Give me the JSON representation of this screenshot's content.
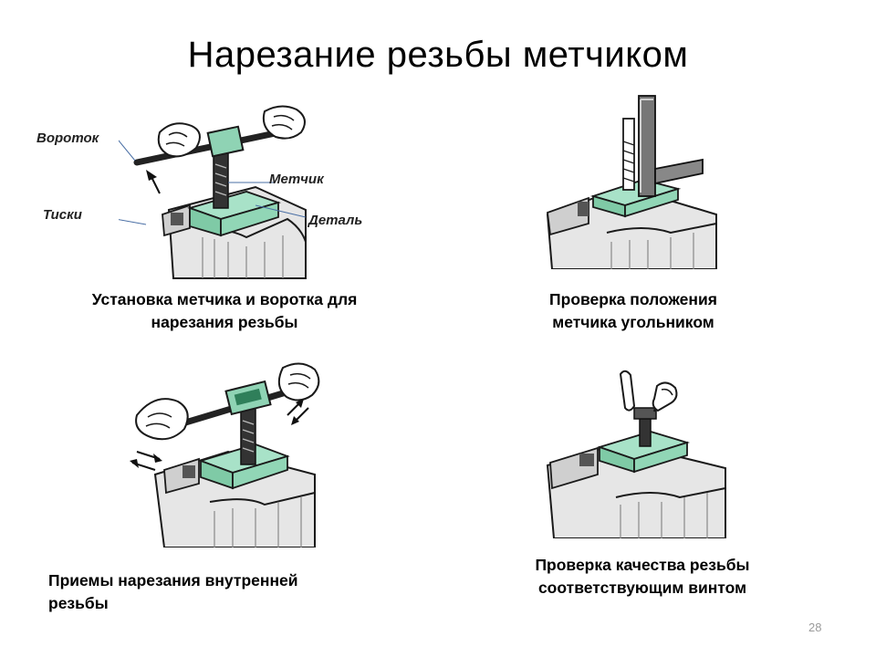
{
  "title": "Нарезание резьбы метчиком",
  "panels": [
    {
      "caption_lines": [
        "Установка метчика и воротка для",
        "нарезания резьбы"
      ],
      "labels": {
        "vorotok": "Вороток",
        "metchik": "Метчик",
        "tiski": "Тиски",
        "detal": "Деталь"
      }
    },
    {
      "caption_lines": [
        "Проверка положения",
        "метчика угольником"
      ]
    },
    {
      "caption_lines": [
        "Приемы нарезания внутренней",
        "резьбы"
      ]
    },
    {
      "caption_lines": [
        "Проверка качества резьбы",
        "соответствующим винтом"
      ]
    }
  ],
  "page_number": "28",
  "colors": {
    "detail_green": "#8fd3b4",
    "detail_green_dark": "#5fb08c",
    "outline": "#1a1a1a",
    "vise_gray": "#c8c8c8"
  }
}
